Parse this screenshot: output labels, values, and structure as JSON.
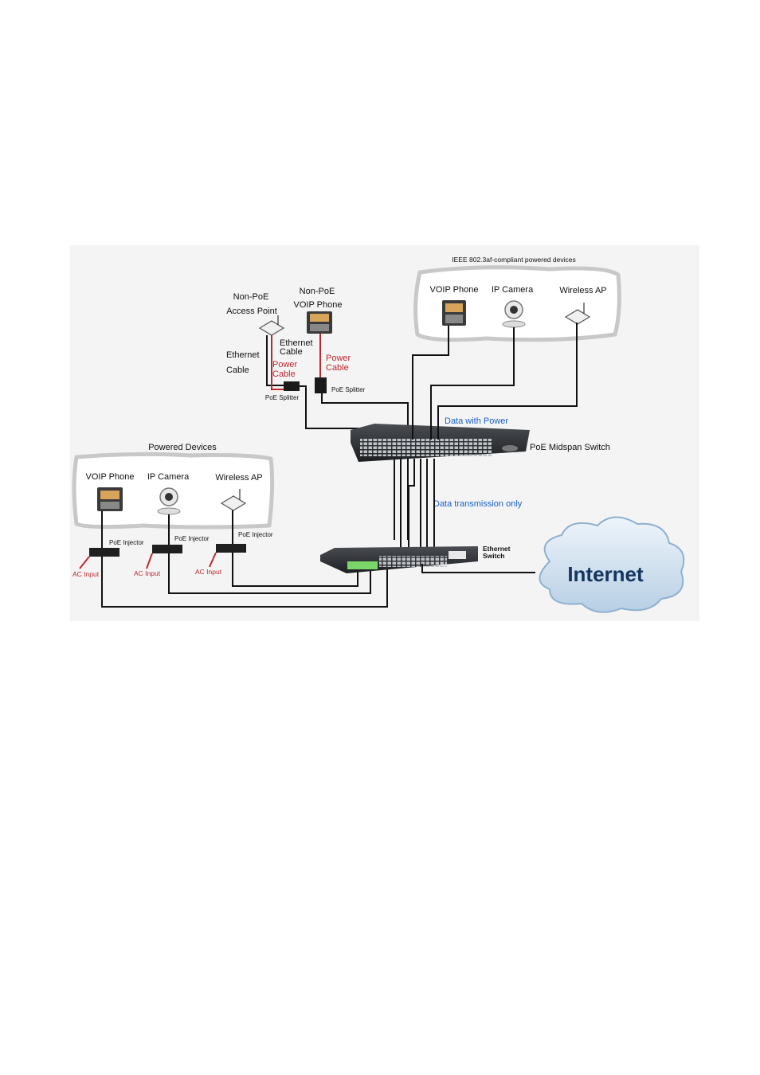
{
  "ieee_group_title": "IEEE 802.3af-compliant powered devices",
  "ieee_devices": {
    "voip": "VOIP Phone",
    "camera": "IP Camera",
    "ap": "Wireless AP"
  },
  "nonpoe": {
    "ap_line1": "Non-PoE",
    "ap_line2": "Access Point",
    "phone_line1": "Non-PoE",
    "phone_line2": "VOIP Phone",
    "eth_cable_a1": "Ethernet",
    "eth_cable_a2": "Cable",
    "eth_cable_b1": "Ethernet",
    "eth_cable_b2": "Cable",
    "power_cable_a1": "Power",
    "power_cable_a2": "Cable",
    "power_cable_b1": "Power",
    "power_cable_b2": "Cable",
    "splitter_a": "PoE Splitter",
    "splitter_b": "PoE Splitter"
  },
  "midspan": {
    "label": "PoE Midspan Switch",
    "data_with_power": "Data with Power",
    "data_only": "Data transmission only"
  },
  "powered_group_title": "Powered Devices",
  "powered_devices": {
    "voip": "VOIP Phone",
    "camera": "IP Camera",
    "ap": "Wireless AP",
    "injector_1": "PoE Injector",
    "injector_2": "PoE Injector",
    "injector_3": "PoE Injector",
    "ac_1": "AC Input",
    "ac_2": "AC Input",
    "ac_3": "AC Input"
  },
  "ethernet_switch": {
    "line1": "Ethernet",
    "line2": "Switch"
  },
  "internet_label": "Internet",
  "colors": {
    "ethernet_line": "#111111",
    "power_line": "#c0282d",
    "blue_label": "#1a5fd0",
    "cloud": "#cfe0f0"
  }
}
